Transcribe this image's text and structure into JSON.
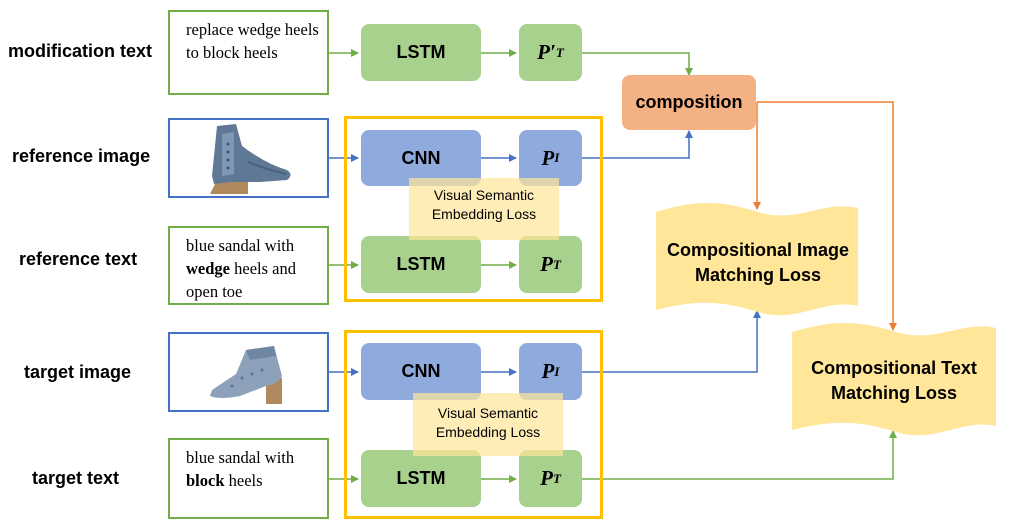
{
  "row_labels": {
    "modification_text": "modification text",
    "reference_image": "reference image",
    "reference_text": "reference text",
    "target_image": "target image",
    "target_text": "target text"
  },
  "inputs": {
    "modification_text": "replace wedge heels to block heels",
    "reference_text": {
      "before": "blue sandal with ",
      "bold": "wedge",
      "after": " heels and open toe"
    },
    "target_text": {
      "before": "blue sandal with ",
      "bold": "block",
      "after": " heels"
    }
  },
  "modules": {
    "lstm": "LSTM",
    "cnn": "CNN",
    "composition": "composition"
  },
  "symbols": {
    "p_text_mod": {
      "base": "P′",
      "sub": "T"
    },
    "p_image": {
      "base": "P",
      "sub": "I"
    },
    "p_text": {
      "base": "P",
      "sub": "T"
    }
  },
  "losses": {
    "visual_semantic": "Visual Semantic Embedding Loss",
    "compositional_image": "Compositional Image Matching Loss",
    "compositional_text": "Compositional Text Matching Loss"
  },
  "colors": {
    "text_encoder": "#a9d18e",
    "image_encoder": "#8faadc",
    "composition": "#f4b183",
    "loss": "#ffe699",
    "group_border": "#ffc000",
    "text_arrow": "#70ad47",
    "image_arrow": "#4472c4",
    "composition_arrow": "#ed7d31"
  },
  "icons": {
    "reference_image": "wedge-sandal-photo",
    "target_image": "block-heel-sandal-photo"
  }
}
